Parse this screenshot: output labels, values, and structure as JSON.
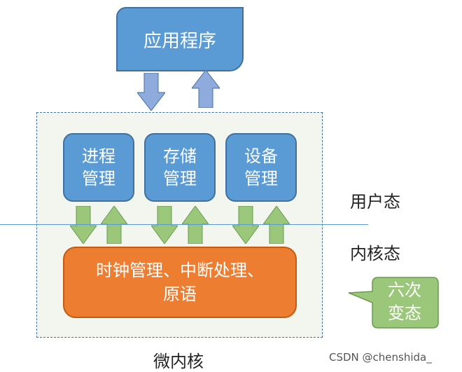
{
  "app": {
    "label": "应用程序"
  },
  "kernel": {
    "modules": [
      {
        "label": "进程\n管理"
      },
      {
        "label": "存储\n管理"
      },
      {
        "label": "设备\n管理"
      }
    ],
    "core": {
      "label": "时钟管理、中断处理、\n原语"
    },
    "caption": "微内核"
  },
  "modes": {
    "user": "用户态",
    "kernel": "内核态"
  },
  "callout": {
    "label": "六次\n变态"
  },
  "watermark": "CSDN @chenshida_",
  "colors": {
    "module_fill": "#5b9bd5",
    "core_fill": "#ed7d31",
    "arrow_blue": "#8faadc",
    "arrow_green": "#9bc77a",
    "callout_fill": "#9bc77a",
    "frame_fill": "#f2f6ee"
  }
}
